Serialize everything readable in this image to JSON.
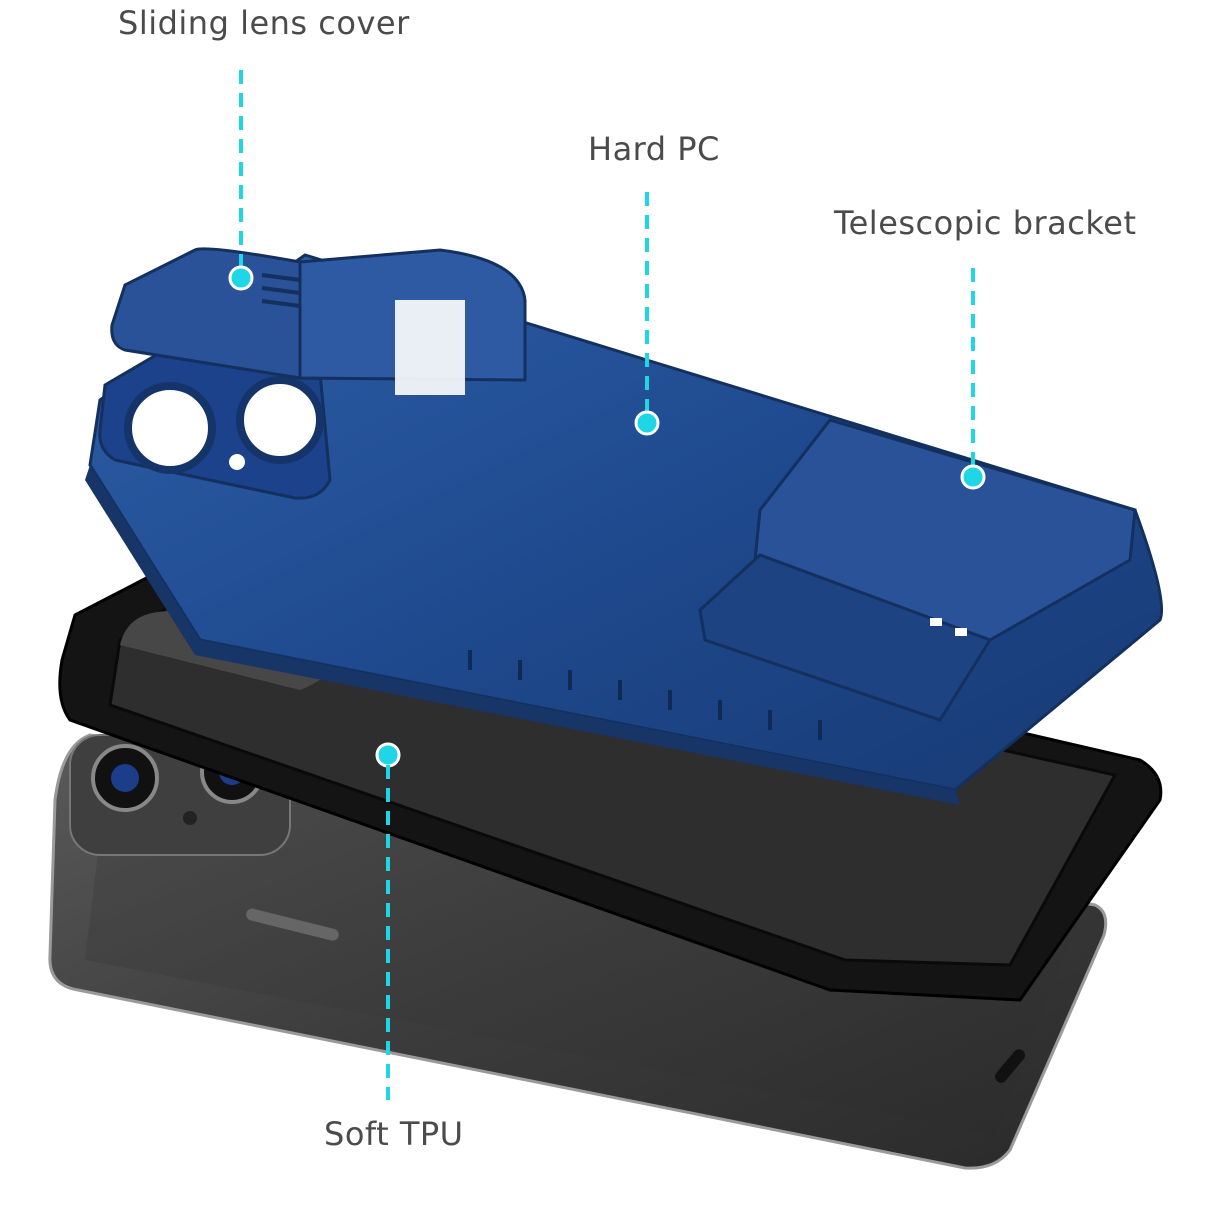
{
  "labels": {
    "sliding_lens_cover": "Sliding lens cover",
    "hard_pc": "Hard PC",
    "telescopic_bracket": "Telescopic bracket",
    "soft_tpu": "Soft TPU"
  },
  "colors": {
    "accent_line": "#1ed6e6",
    "label_text": "#4b4b4b",
    "case_blue": "#1f4a8f",
    "tpu_black": "#141414",
    "phone_body": "#3a3a3a"
  }
}
